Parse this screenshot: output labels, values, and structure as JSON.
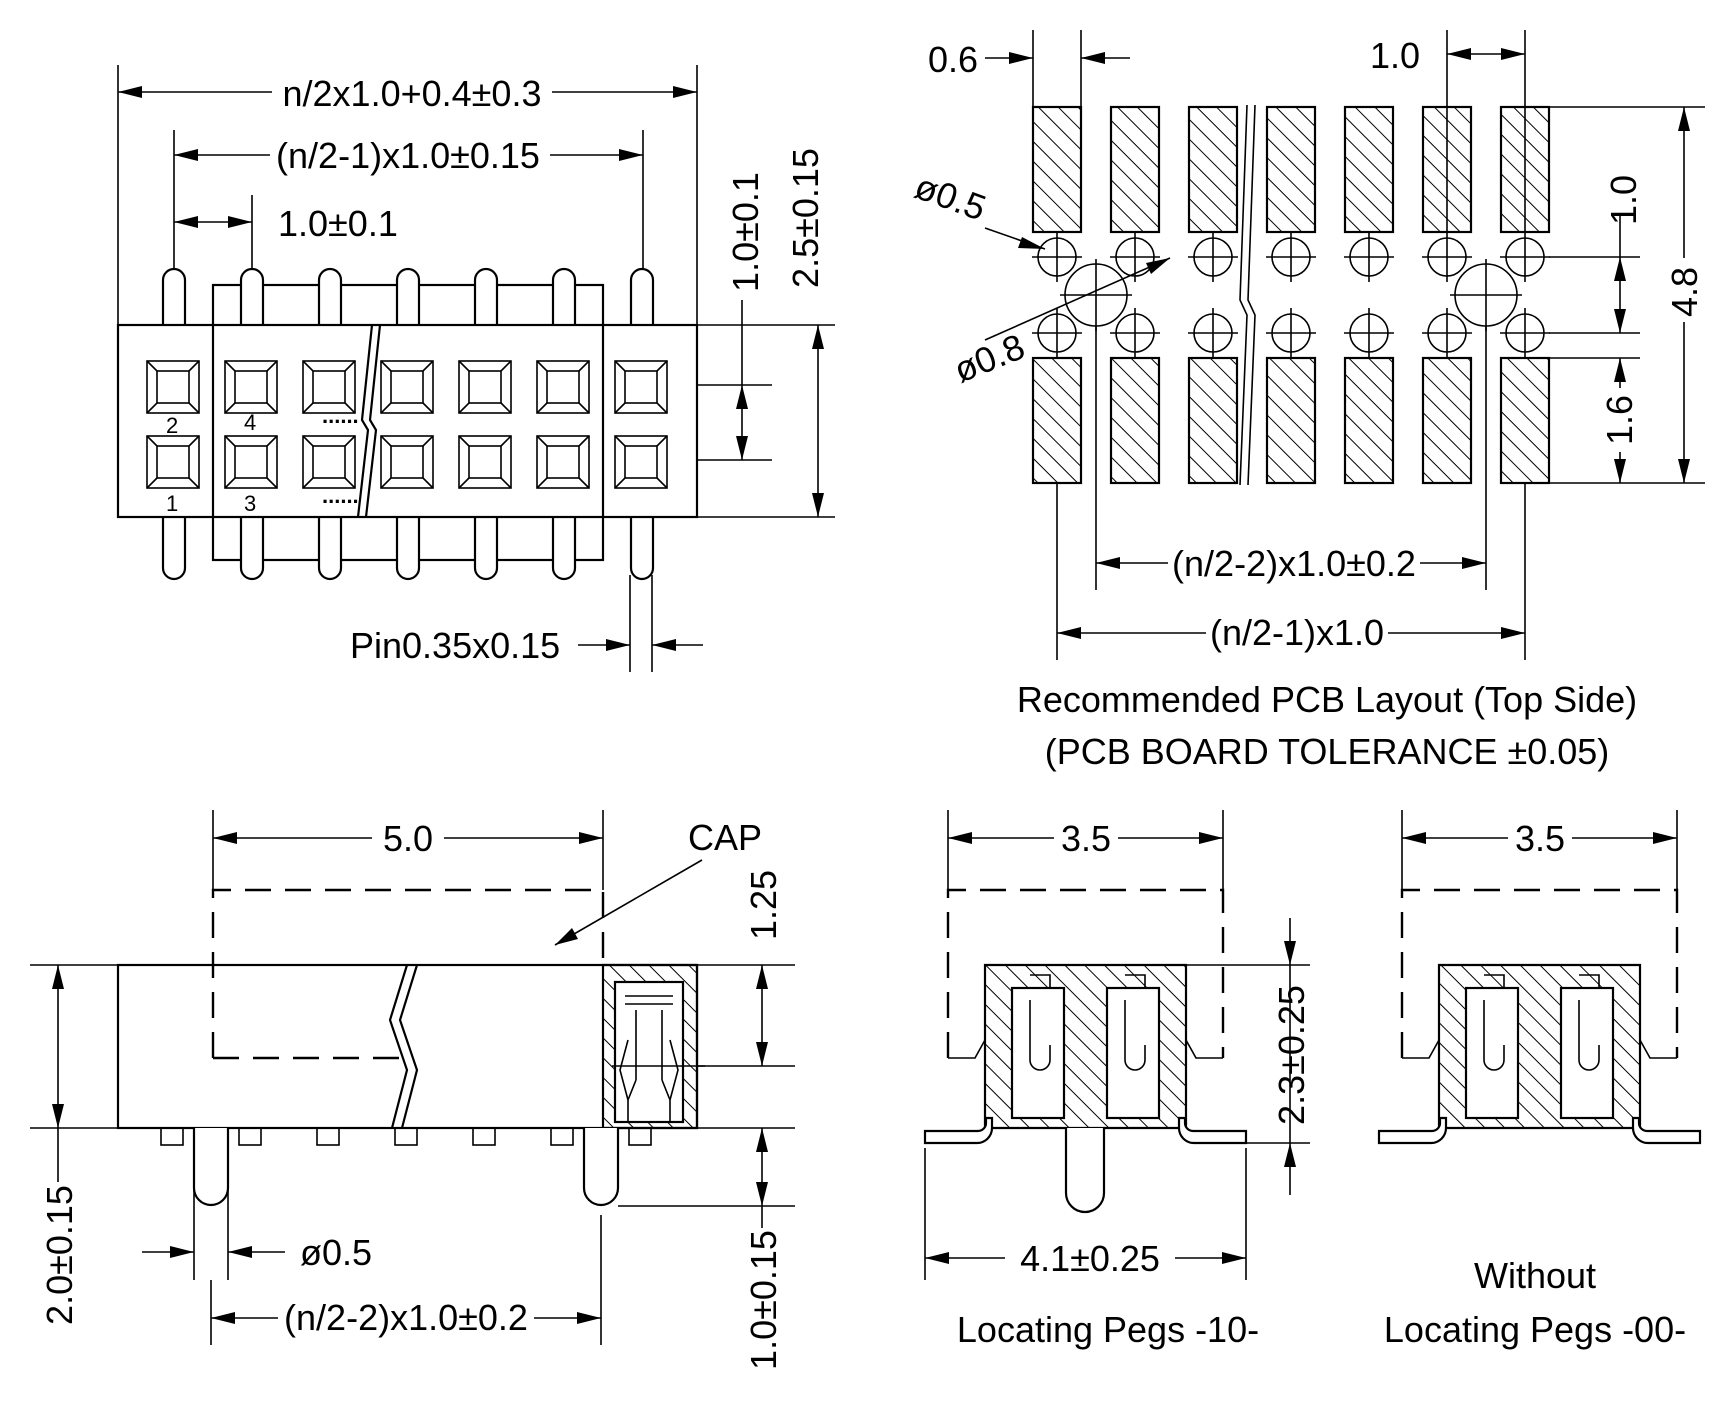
{
  "top_view": {
    "overall_width": "n/2x1.0+0.4±0.3",
    "pin_span": "(n/2-1)x1.0±0.15",
    "pitch": "1.0±0.1",
    "row_pitch": "1.0±0.1",
    "overall_depth": "2.5±0.15",
    "pin_size": "Pin0.35x0.15",
    "pin_numbers": [
      "2",
      "4",
      "1",
      "3"
    ],
    "ellipsis": "......"
  },
  "pcb_layout": {
    "pad_width": "0.6",
    "pad_pitch": "1.0",
    "hole_small": "ø0.5",
    "hole_large": "ø0.8",
    "row_spacing": "1.0",
    "pad_length": "1.6",
    "total_length": "4.8",
    "peg_span": "(n/2-2)x1.0±0.2",
    "pad_span": "(n/2-1)x1.0",
    "title": "Recommended PCB Layout (Top Side)",
    "tolerance": "(PCB BOARD TOLERANCE ±0.05)"
  },
  "side_view": {
    "cap_width": "5.0",
    "cap_label": "CAP",
    "cap_height": "1.25",
    "body_height": "2.0±0.15",
    "peg_length": "1.0±0.15",
    "peg_dia": "ø0.5",
    "peg_span": "(n/2-2)x1.0±0.2"
  },
  "end_view_pegs": {
    "cap_width": "3.5",
    "height": "2.3±0.25",
    "foot_span": "4.1±0.25",
    "caption": "Locating Pegs  -10-"
  },
  "end_view_no_pegs": {
    "cap_width": "3.5",
    "caption_line1": "Without",
    "caption_line2": "Locating Pegs -00-"
  }
}
